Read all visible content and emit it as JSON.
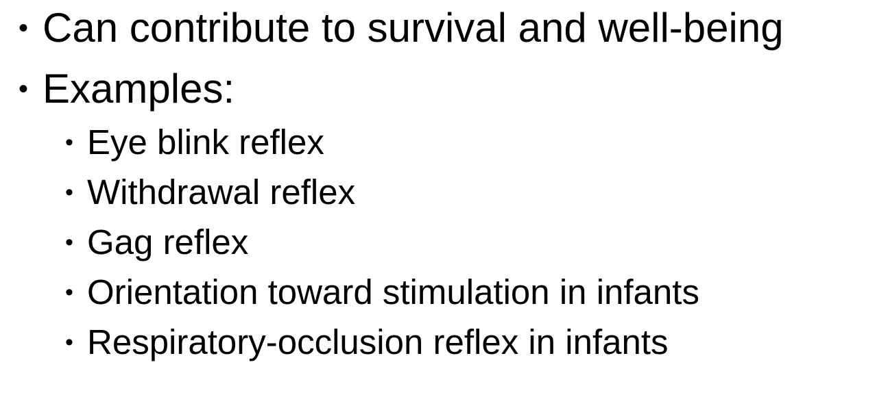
{
  "bullets": {
    "main": [
      {
        "text": "Can contribute to survival and well-being"
      },
      {
        "text": "Examples:"
      }
    ],
    "examples": [
      {
        "text": "Eye blink reflex"
      },
      {
        "text": "Withdrawal reflex"
      },
      {
        "text": "Gag reflex"
      },
      {
        "text": "Orientation toward stimulation in infants"
      },
      {
        "text": "Respiratory-occlusion reflex in infants"
      }
    ],
    "bullet_glyph": "•"
  }
}
